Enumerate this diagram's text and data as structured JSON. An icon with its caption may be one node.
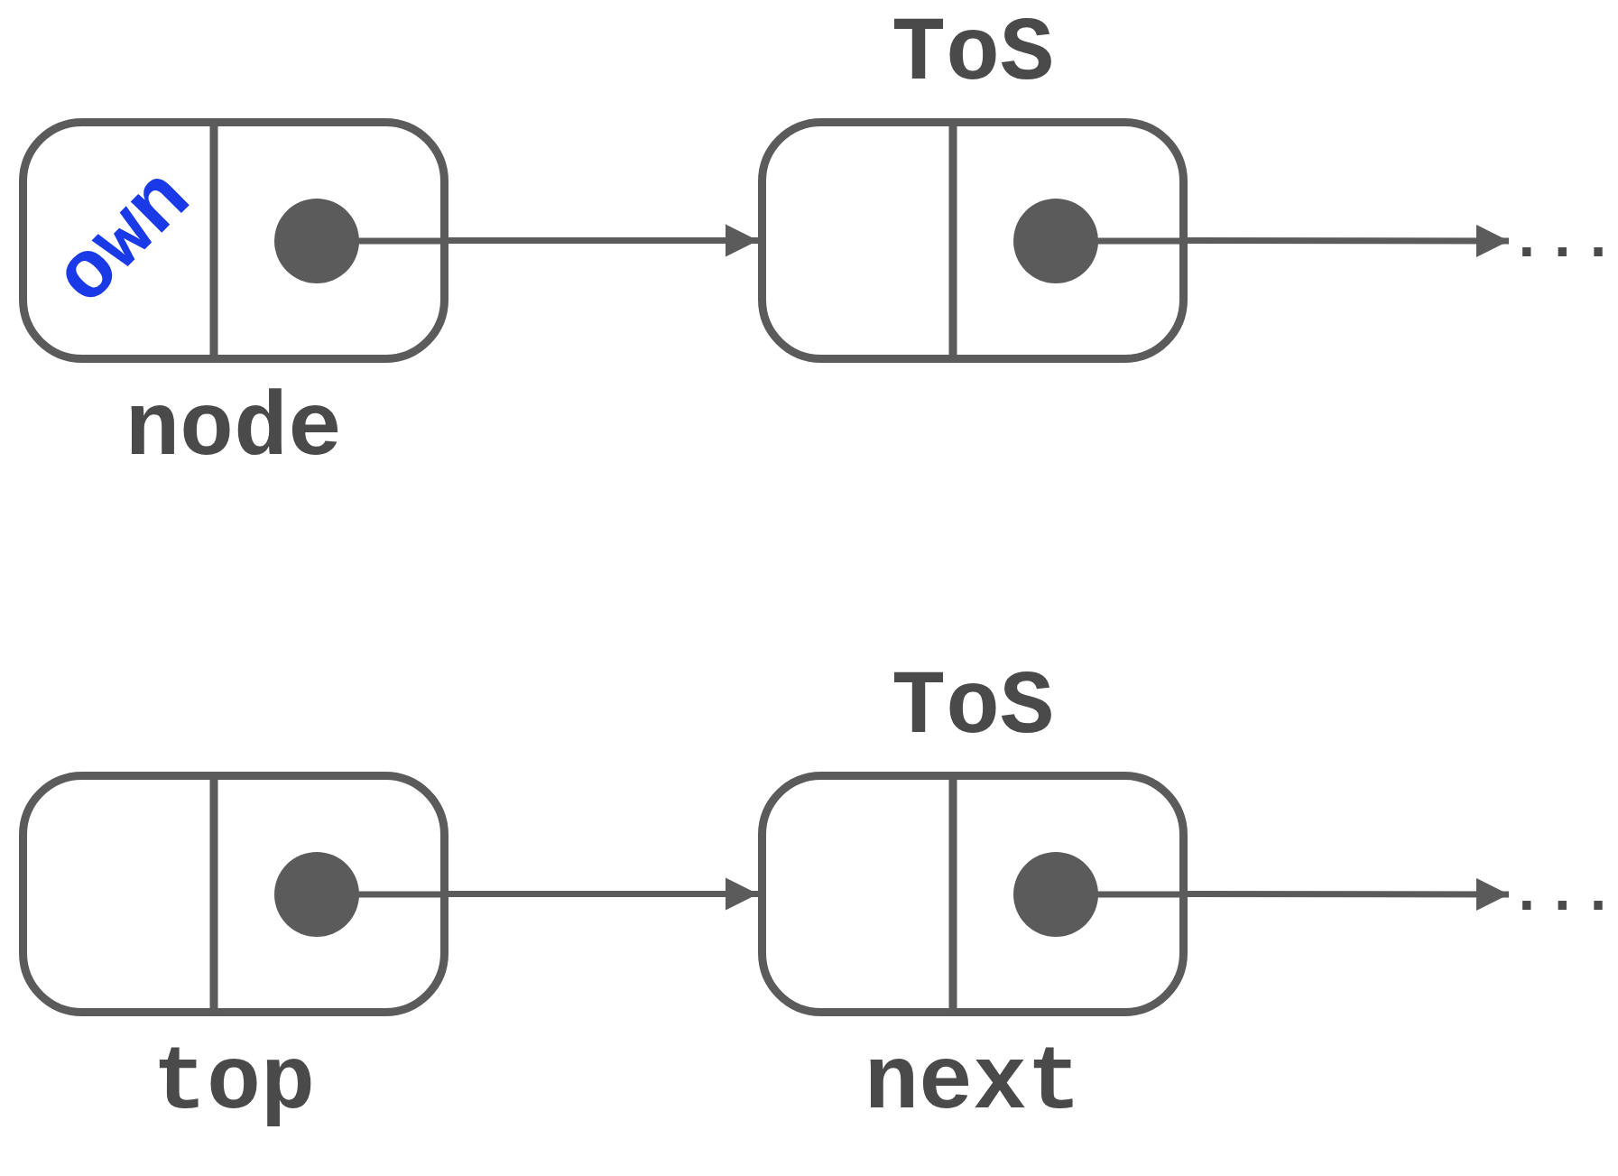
{
  "diagram": {
    "nodes": [
      {
        "text": [
          "own"
        ],
        "beside": [
          "node"
        ]
      },
      {
        "text": [],
        "shape": "box",
        "beside": [
          "ToS"
        ]
      },
      {
        "text": [
          "..."
        ]
      },
      {
        "text": [],
        "shape": "box",
        "beside": [
          "top"
        ]
      },
      {
        "text": [],
        "shape": "box",
        "beside": [
          "ToS",
          "next"
        ]
      },
      {
        "text": [
          "..."
        ]
      }
    ],
    "edges": [
      {
        "from": 0,
        "to": 1,
        "arrow": "to"
      },
      {
        "from": 1,
        "to": 2,
        "arrow": "to"
      },
      {
        "from": 3,
        "to": 4,
        "arrow": "to"
      },
      {
        "from": 4,
        "to": 5,
        "arrow": "to"
      }
    ]
  }
}
